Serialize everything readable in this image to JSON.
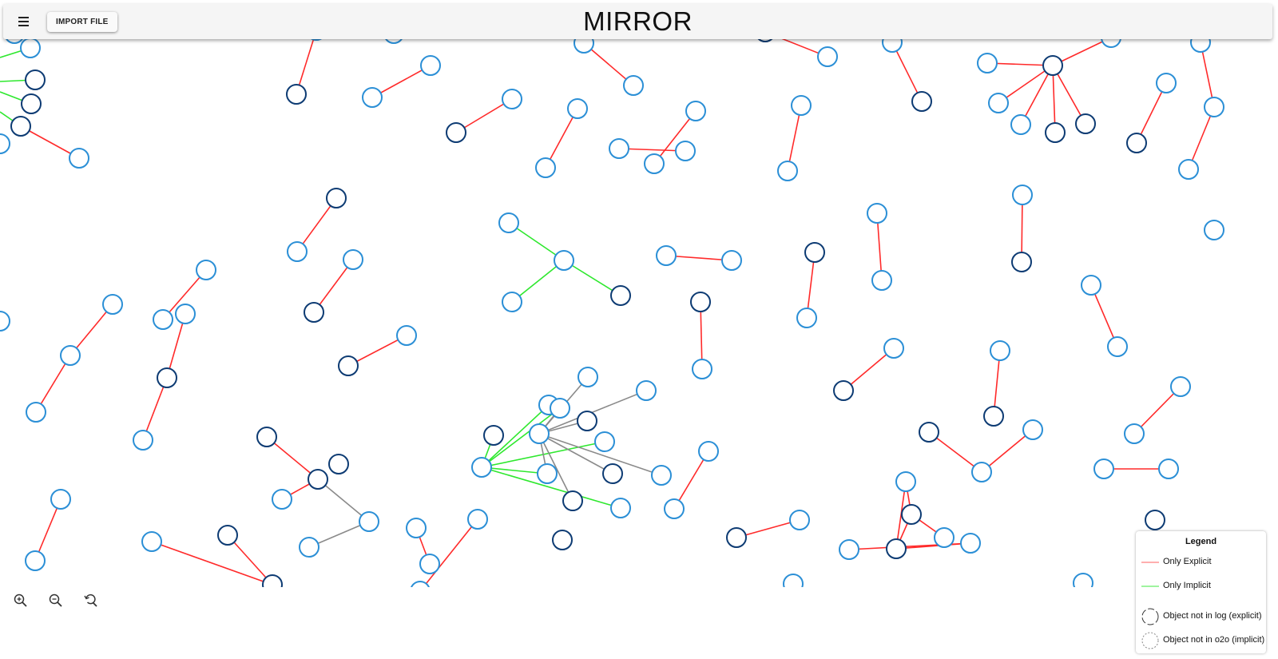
{
  "app": {
    "title": "MIRROR",
    "import_label": "IMPORT FILE"
  },
  "legend": {
    "title": "Legend",
    "items": [
      {
        "label": "Only Explicit",
        "kind": "line",
        "color": "#ff7f7f"
      },
      {
        "label": "Only Implicit",
        "kind": "line",
        "color": "#66ee66"
      },
      {
        "label": "Object not in log (explicit)",
        "kind": "dashed-circle",
        "color": "#333333"
      },
      {
        "label": "Object not in o2o (implicit)",
        "kind": "dotted-circle",
        "color": "#888888"
      }
    ]
  },
  "zoom_controls": [
    {
      "name": "zoom-in-icon"
    },
    {
      "name": "zoom-out-icon"
    },
    {
      "name": "reset-zoom-icon"
    }
  ],
  "colors": {
    "explicit_edge": "#ff2a2a",
    "implicit_edge": "#2ee82e",
    "both_edge": "#8a8a8a",
    "node_light": "#2b8fd6",
    "node_dark": "#0d3b73",
    "node_fill": "#ffffff"
  }
}
